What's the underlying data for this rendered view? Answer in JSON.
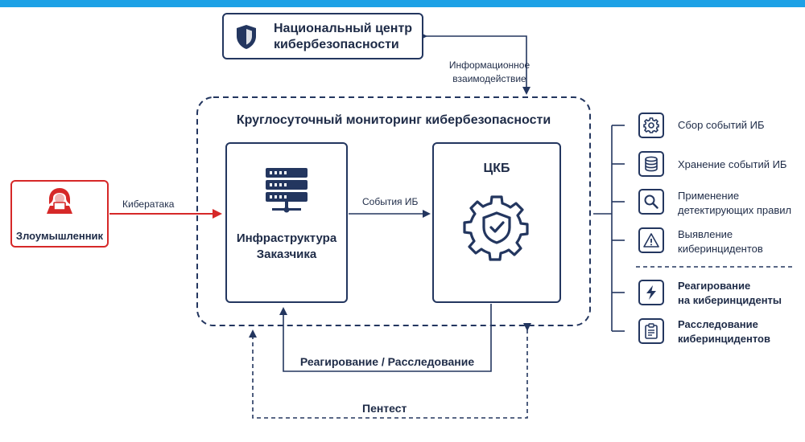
{
  "national_center": {
    "line1": "Национальный центр",
    "line2": "кибербезопасности"
  },
  "info_exchange": {
    "line1": "Информационное",
    "line2": "взаимодействие"
  },
  "monitoring_title": "Круглосуточный мониторинг кибербезопасности",
  "attacker": {
    "label": "Злоумышленник"
  },
  "cyberattack_label": "Кибератака",
  "infrastructure": {
    "line1": "Инфраструктура",
    "line2": "Заказчика"
  },
  "events_label": "События ИБ",
  "ckb": {
    "title": "ЦКБ"
  },
  "response_investigation_label": "Реагирование / Расследование",
  "pentest_label": "Пентест",
  "services": [
    {
      "icon": "gear-icon",
      "line1": "Сбор событий ИБ",
      "line2": ""
    },
    {
      "icon": "database-icon",
      "line1": "Хранение событий ИБ",
      "line2": ""
    },
    {
      "icon": "search-icon",
      "line1": "Применение",
      "line2": "детектирующих правил"
    },
    {
      "icon": "warning-icon",
      "line1": "Выявление",
      "line2": "киберинцидентов"
    },
    {
      "icon": "lightning-icon",
      "line1": "Реагирование",
      "line2": "на киберинциденты"
    },
    {
      "icon": "document-icon",
      "line1": "Расследование",
      "line2": "киберинцидентов"
    }
  ],
  "colors": {
    "navy": "#23365f",
    "red": "#d62828",
    "accent": "#1da1e6"
  }
}
